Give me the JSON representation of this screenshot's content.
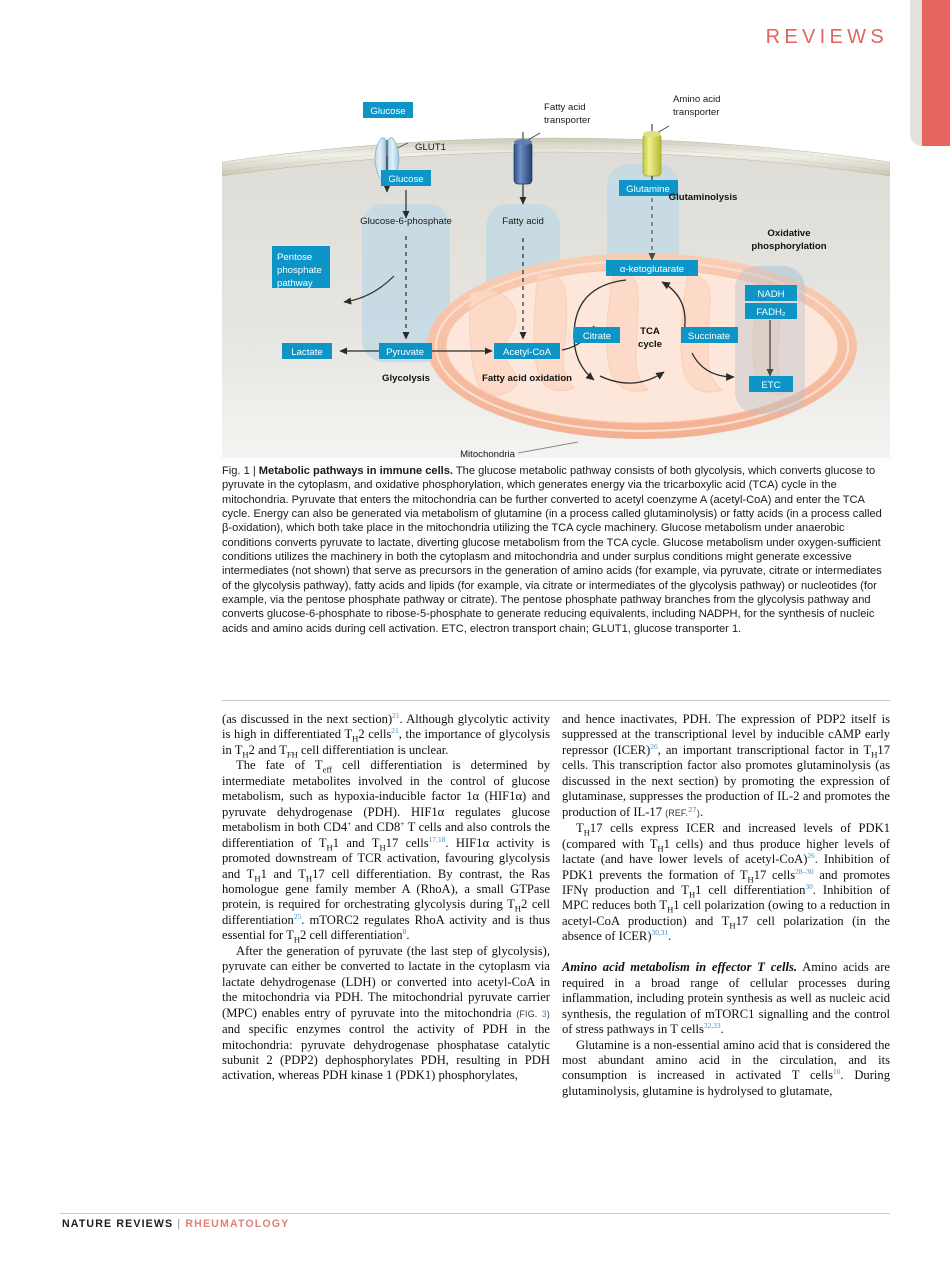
{
  "header": {
    "reviews": "REVIEWS"
  },
  "figure": {
    "transporters": [
      {
        "name": "GLUT1",
        "label": "GLUT1"
      },
      {
        "name": "fatty-acid-transporter",
        "line1": "Fatty acid",
        "line2": "transporter"
      },
      {
        "name": "amino-acid-transporter",
        "line1": "Amino acid",
        "line2": "transporter"
      }
    ],
    "nodes": {
      "glucose_out": "Glucose",
      "glucose_in": "Glucose",
      "g6p": "Glucose-6-phosphate",
      "pentose": [
        "Pentose",
        "phosphate",
        "pathway"
      ],
      "lactate": "Lactate",
      "pyruvate": "Pyruvate",
      "fatty_acid": "Fatty acid",
      "acetyl_coa": "Acetyl-CoA",
      "glutamine": "Glutamine",
      "akg": "α-ketoglutarate",
      "citrate": "Citrate",
      "succinate": "Succinate",
      "tca": [
        "TCA",
        "cycle"
      ],
      "nadh": "NADH",
      "fadh2": "FADH₂",
      "etc": "ETC"
    },
    "process_labels": {
      "glycolysis": "Glycolysis",
      "fatty_acid_oxidation": "Fatty acid oxidation",
      "glutaminolysis": "Glutaminolysis",
      "oxphos": [
        "Oxidative",
        "phosphorylation"
      ],
      "mitochondria": "Mitochondria"
    },
    "colors": {
      "node_blue": "#0d95c8",
      "mito_outer": "#f6bda1",
      "mito_inner": "#fde6da",
      "panel_blue": "#c3d9e4",
      "membrane": "#c9c6b4",
      "cell_bg": "#e2e1dd"
    }
  },
  "caption": {
    "figno": "Fig. 1 | ",
    "title": "Metabolic pathways in immune cells.",
    "body": " The glucose metabolic pathway consists of both glycolysis, which converts glucose to pyruvate in the cytoplasm, and oxidative phosphorylation, which generates energy via the tricarboxylic acid (TCA) cycle in the mitochondria. Pyruvate that enters the mitochondria can be further converted to acetyl coenzyme A (acetyl-CoA) and enter the TCA cycle. Energy can also be generated via metabolism of glutamine (in a process called glutaminolysis) or fatty acids (in a process called β-oxidation), which both take place in the mitochondria utilizing the TCA cycle machinery. Glucose metabolism under anaerobic conditions converts pyruvate to lactate, diverting glucose metabolism from the TCA cycle. Glucose metabolism under oxygen-sufficient conditions utilizes the machinery in both the cytoplasm and mitochondria and under surplus conditions might generate excessive intermediates (not shown) that serve as precursors in the generation of amino acids (for example, via pyruvate, citrate or intermediates of the glycolysis pathway), fatty acids and lipids (for example, via citrate or intermediates of the glycolysis pathway) or nucleotides (for example, via the pentose phosphate pathway or citrate). The pentose phosphate pathway branches from the glycolysis pathway and converts glucose-6-phosphate to ribose-5-phosphate to generate reducing equivalents, including NADPH, for the synthesis of nucleic acids and amino acids during cell activation. ETC, electron transport chain; GLUT1, glucose transporter 1."
  },
  "body_left": {
    "p1": "(as discussed in the next section)21. Although glycolytic activity is high in differentiated TH2 cells21, the importance of glycolysis in TH2 and TFH cell differentiation is unclear.",
    "p2": "The fate of Teff cell differentiation is determined by intermediate metabolites involved in the control of glucose metabolism, such as hypoxia-inducible factor 1α (HIF1α) and pyruvate dehydrogenase (PDH). HIF1α regulates glucose metabolism in both CD4+ and CD8+ T cells and also controls the differentiation of TH1 and TH17 cells17,18. HIF1α activity is promoted downstream of TCR activation, favouring glycolysis and TH1 and TH17 cell differentiation. By contrast, the Ras homologue gene family member A (RhoA), a small GTPase protein, is required for orchestrating glycolysis during TH2 cell differentiation25. mTORC2 regulates RhoA activity and is thus essential for TH2 cell differentiation8.",
    "p3": "After the generation of pyruvate (the last step of glycolysis), pyruvate can either be converted to lactate in the cytoplasm via lactate dehydrogenase (LDH) or converted into acetyl-CoA in the mitochondria via PDH. The mitochondrial pyruvate carrier (MPC) enables entry of pyruvate into the mitochondria (FIG. 3) and specific enzymes control the activity of PDH in the mitochondria: pyruvate dehydrogenase phosphatase catalytic subunit 2 (PDP2) dephosphorylates PDH, resulting in PDH activation, whereas PDH kinase 1 (PDK1) phosphorylates,"
  },
  "body_right": {
    "p1": "and hence inactivates, PDH. The expression of PDP2 itself is suppressed at the transcriptional level by inducible cAMP early repressor (ICER)26, an important transcriptional factor in TH17 cells. This transcription factor also promotes glutaminolysis (as discussed in the next section) by promoting the expression of glutaminase, suppresses the production of IL-2 and promotes the production of IL-17 (REF.27).",
    "p2": "TH17 cells express ICER and increased levels of PDK1 (compared with TH1 cells) and thus produce higher levels of lactate (and have lower levels of acetyl-CoA)26. Inhibition of PDK1 prevents the formation of TH17 cells28–30 and promotes IFNγ production and TH1 cell differentiation30. Inhibition of MPC reduces both TH1 cell polarization (owing to a reduction in acetyl-CoA production) and TH17 cell polarization (in the absence of ICER)30,31.",
    "heading": "Amino acid metabolism in effector T cells.",
    "p3": " Amino acids are required in a broad range of cellular processes during inflammation, including protein synthesis as well as nucleic acid synthesis, the regulation of mTORC1 signalling and the control of stress pathways in T cells32,33.",
    "p4": "Glutamine is a non-essential amino acid that is considered the most abundant amino acid in the circulation, and its consumption is increased in activated T cells10. During glutaminolysis, glutamine is hydrolysed to glutamate,"
  },
  "footer": {
    "journal": "NATURE REVIEWS",
    "divider": "|",
    "section": "RHEUMATOLOGY"
  }
}
